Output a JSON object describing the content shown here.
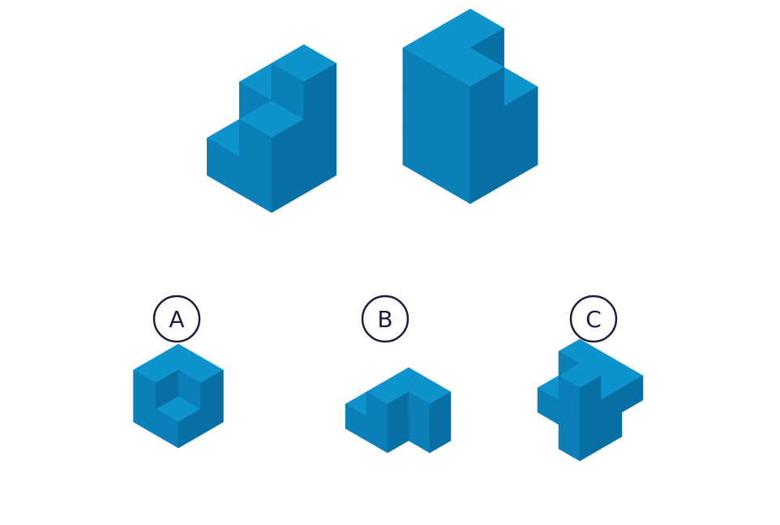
{
  "colors": {
    "background": "#ffffff",
    "cube_top": "#0f93cd",
    "cube_left": "#0a7fb8",
    "cube_right": "#086fa4",
    "label_ring": "#1f1d3f",
    "label_text": "#1f1d3f"
  },
  "question": {
    "given_figures": [
      {
        "name": "given-figure-1"
      },
      {
        "name": "given-figure-2"
      }
    ]
  },
  "options": [
    {
      "letter": "A"
    },
    {
      "letter": "B"
    },
    {
      "letter": "C"
    }
  ]
}
